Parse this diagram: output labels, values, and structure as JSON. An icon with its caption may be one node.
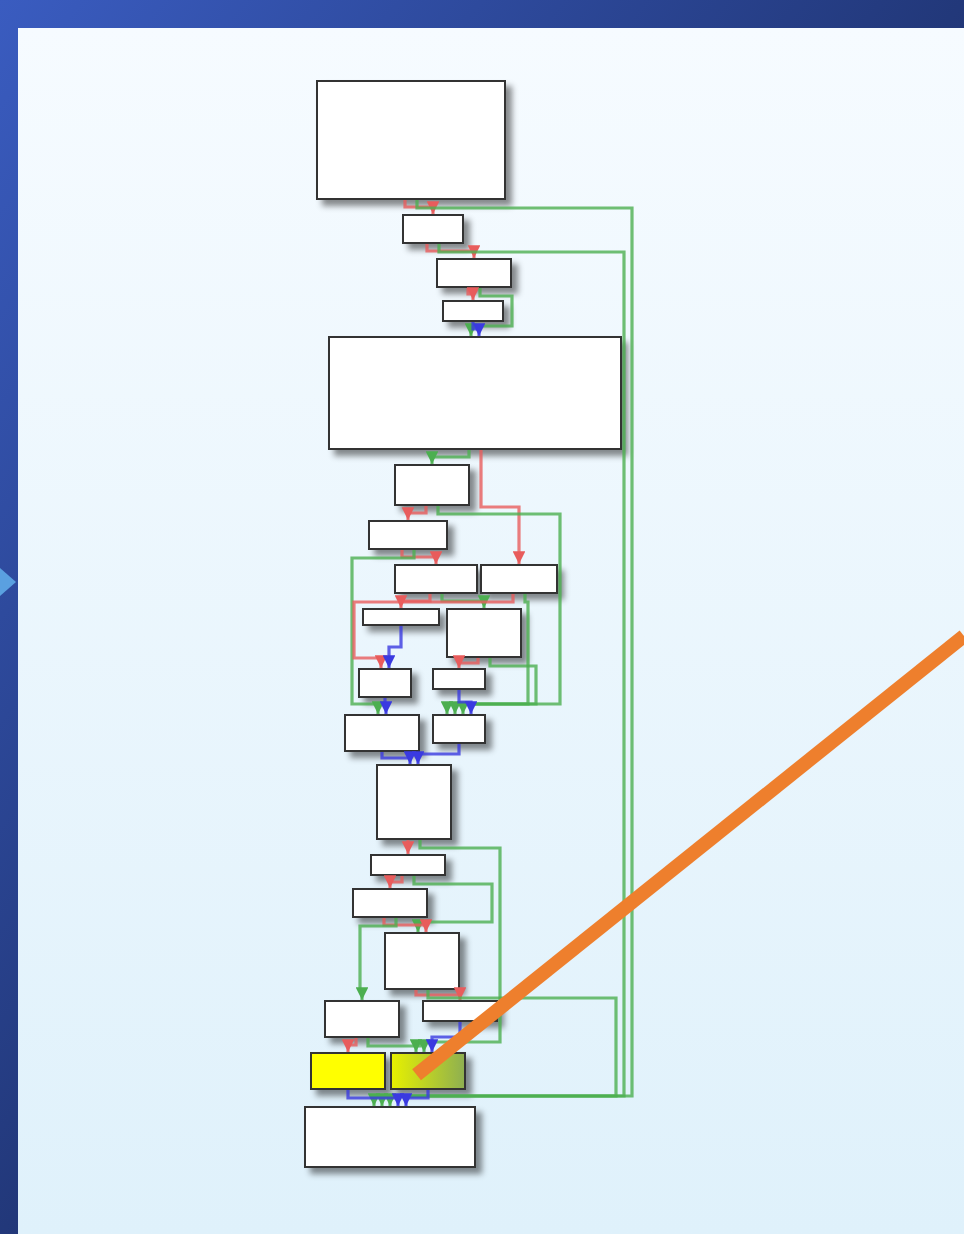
{
  "diagram": {
    "nodes": [
      {
        "text": [],
        "shape": "box"
      },
      {
        "text": [],
        "shape": "box"
      },
      {
        "text": [],
        "shape": "box"
      },
      {
        "text": [],
        "shape": "box"
      },
      {
        "text": [],
        "shape": "box"
      },
      {
        "text": [],
        "shape": "box"
      },
      {
        "text": [],
        "shape": "box"
      },
      {
        "text": [],
        "shape": "box"
      },
      {
        "text": [],
        "shape": "box"
      },
      {
        "text": [],
        "shape": "box"
      },
      {
        "text": [],
        "shape": "box"
      },
      {
        "text": [],
        "shape": "box"
      },
      {
        "text": [],
        "shape": "box"
      },
      {
        "text": [],
        "shape": "box"
      },
      {
        "text": [],
        "shape": "box"
      },
      {
        "text": [],
        "shape": "box"
      },
      {
        "text": [],
        "shape": "box"
      },
      {
        "text": [],
        "shape": "box"
      },
      {
        "text": [],
        "shape": "box"
      },
      {
        "text": [],
        "shape": "box"
      },
      {
        "text": [],
        "shape": "box"
      },
      {
        "text": [],
        "shape": "box"
      },
      {
        "text": [],
        "shape": "box"
      },
      {
        "text": [],
        "shape": "box"
      }
    ],
    "edges": [
      {
        "from": 0,
        "to": 1,
        "arrow": "to",
        "color": "#e85c5c"
      },
      {
        "from": 0,
        "to": 23,
        "arrow": "to",
        "color": "#4caf50"
      },
      {
        "from": 1,
        "to": 2,
        "arrow": "to",
        "color": "#e85c5c"
      },
      {
        "from": 1,
        "to": 23,
        "arrow": "to",
        "color": "#4caf50"
      },
      {
        "from": 2,
        "to": 3,
        "arrow": "to",
        "color": "#e85c5c"
      },
      {
        "from": 2,
        "to": 4,
        "arrow": "to",
        "color": "#4caf50"
      },
      {
        "from": 3,
        "to": 4,
        "arrow": "to",
        "color": "#3a3ae0"
      },
      {
        "from": 4,
        "to": 5,
        "arrow": "to",
        "color": "#4caf50"
      },
      {
        "from": 4,
        "to": 8,
        "arrow": "to",
        "color": "#e85c5c"
      },
      {
        "from": 5,
        "to": 6,
        "arrow": "to",
        "color": "#e85c5c"
      },
      {
        "from": 5,
        "to": 14,
        "arrow": "to",
        "color": "#4caf50"
      },
      {
        "from": 6,
        "to": 7,
        "arrow": "to",
        "color": "#e85c5c"
      },
      {
        "from": 6,
        "to": 13,
        "arrow": "to",
        "color": "#4caf50"
      },
      {
        "from": 7,
        "to": 9,
        "arrow": "to",
        "color": "#e85c5c"
      },
      {
        "from": 7,
        "to": 10,
        "arrow": "to",
        "color": "#4caf50"
      },
      {
        "from": 8,
        "to": 11,
        "arrow": "to",
        "color": "#e85c5c"
      },
      {
        "from": 8,
        "to": 14,
        "arrow": "to",
        "color": "#4caf50"
      },
      {
        "from": 9,
        "to": 11,
        "arrow": "to",
        "color": "#3a3ae0"
      },
      {
        "from": 10,
        "to": 12,
        "arrow": "to",
        "color": "#e85c5c"
      },
      {
        "from": 10,
        "to": 14,
        "arrow": "to",
        "color": "#4caf50"
      },
      {
        "from": 11,
        "to": 13,
        "arrow": "to",
        "color": "#3a3ae0"
      },
      {
        "from": 12,
        "to": 14,
        "arrow": "to",
        "color": "#3a3ae0"
      },
      {
        "from": 13,
        "to": 15,
        "arrow": "to",
        "color": "#3a3ae0"
      },
      {
        "from": 14,
        "to": 15,
        "arrow": "to",
        "color": "#3a3ae0"
      },
      {
        "from": 15,
        "to": 16,
        "arrow": "to",
        "color": "#e85c5c"
      },
      {
        "from": 15,
        "to": 22,
        "arrow": "to",
        "color": "#4caf50"
      },
      {
        "from": 16,
        "to": 17,
        "arrow": "to",
        "color": "#e85c5c"
      },
      {
        "from": 16,
        "to": 18,
        "arrow": "to",
        "color": "#4caf50"
      },
      {
        "from": 17,
        "to": 18,
        "arrow": "to",
        "color": "#e85c5c"
      },
      {
        "from": 17,
        "to": 19,
        "arrow": "to",
        "color": "#4caf50"
      },
      {
        "from": 18,
        "to": 20,
        "arrow": "to",
        "color": "#e85c5c"
      },
      {
        "from": 18,
        "to": 23,
        "arrow": "to",
        "color": "#4caf50"
      },
      {
        "from": 19,
        "to": 21,
        "arrow": "to",
        "color": "#e85c5c"
      },
      {
        "from": 19,
        "to": 22,
        "arrow": "to",
        "color": "#4caf50"
      },
      {
        "from": 20,
        "to": 22,
        "arrow": "to",
        "color": "#3a3ae0"
      },
      {
        "from": 21,
        "to": 23,
        "arrow": "to",
        "color": "#3a3ae0"
      },
      {
        "from": 22,
        "to": 23,
        "arrow": "to",
        "color": "#3a3ae0"
      },
      {
        "from": null,
        "to": 22,
        "arrow": "none",
        "style": "thick",
        "color": "#ee7f2d"
      }
    ]
  }
}
